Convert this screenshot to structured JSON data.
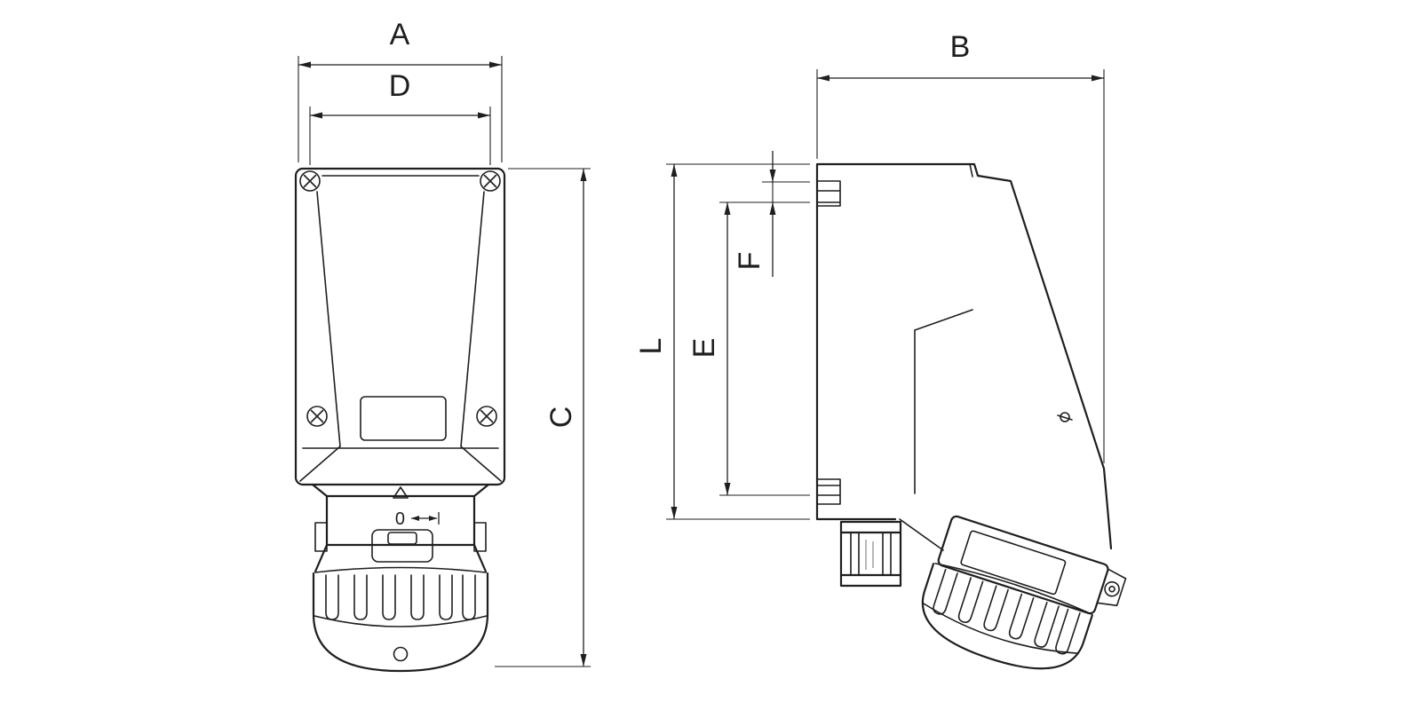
{
  "labels": {
    "dim_a": "A",
    "dim_b": "B",
    "dim_c": "C",
    "dim_d": "D",
    "dim_e": "E",
    "dim_f": "F",
    "dim_l": "L",
    "zero_mark": "0"
  },
  "colors": {
    "line": "#1f1f1f",
    "background": "#ffffff"
  }
}
